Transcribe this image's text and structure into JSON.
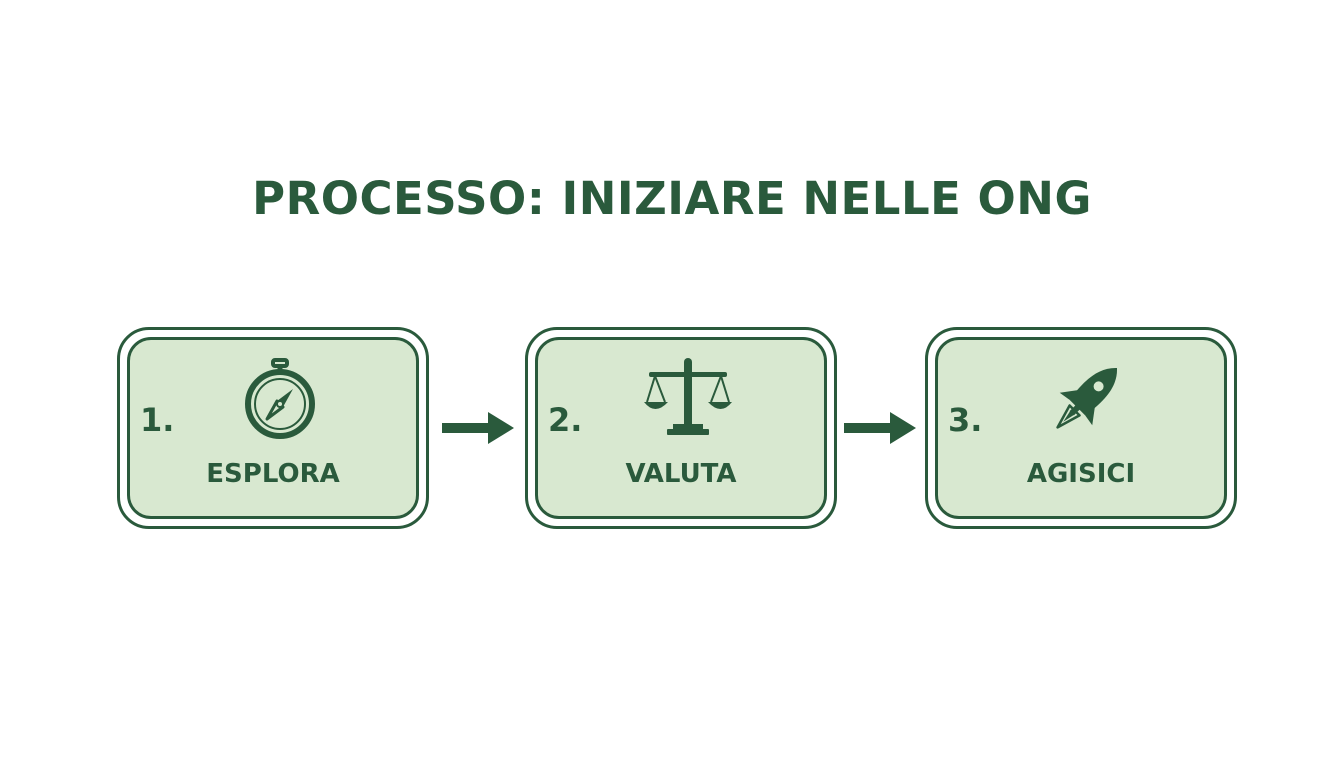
{
  "title": "PROCESSO: INIZIARE NELLE ONG",
  "steps": [
    {
      "number": "1.",
      "label": "ESPLORA",
      "icon": "stopwatch-compass-icon"
    },
    {
      "number": "2.",
      "label": "VALUTA",
      "icon": "balance-scale-icon"
    },
    {
      "number": "3.",
      "label": "AGISICI",
      "icon": "rocket-icon"
    }
  ],
  "colors": {
    "primary": "#2a5a3c",
    "box_fill": "#d8e8d0",
    "background": "#ffffff"
  }
}
